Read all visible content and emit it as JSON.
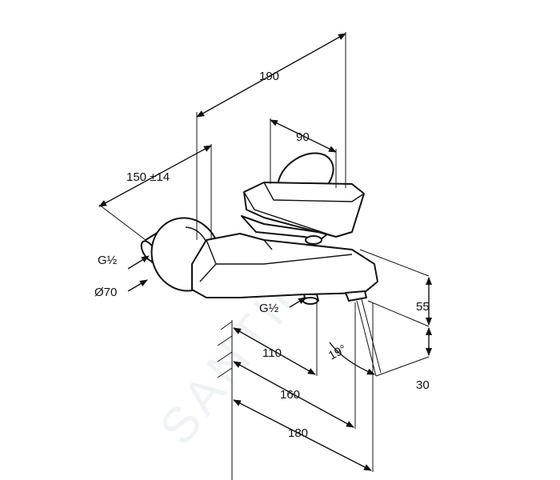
{
  "watermark": "SANTINO",
  "dimensions": {
    "width_overall": "190",
    "handle_width": "90",
    "projection": "150 ±14",
    "inlet_thread": "G½",
    "rosette_diameter": "Ø70",
    "outlet_thread": "G½",
    "height_upper": "55",
    "height_lower": "30",
    "spout_angle": "19°",
    "dist_110": "110",
    "dist_160": "160",
    "dist_180": "180"
  }
}
